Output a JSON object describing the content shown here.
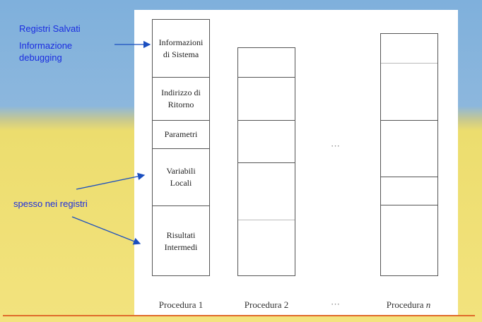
{
  "annotations": {
    "registri_salvati": "Registri Salvati",
    "informazione_debugging_line1": "Informazione",
    "informazione_debugging_line2": "debugging",
    "spesso_nei_registri": "spesso nei registri"
  },
  "stack": {
    "procedura_1": {
      "label": "Procedura 1",
      "cells": [
        {
          "line1": "Informazioni",
          "line2": "di Sistema"
        },
        {
          "line1": "Indirizzo di",
          "line2": "Ritorno"
        },
        {
          "line1": "Parametri",
          "line2": ""
        },
        {
          "line1": "Variabili",
          "line2": "Locali"
        },
        {
          "line1": "Risultati",
          "line2": "Intermedi"
        }
      ]
    },
    "procedura_2": {
      "label": "Procedura 2"
    },
    "procedura_n": {
      "label_prefix": "Procedura",
      "label_var": "n"
    },
    "ellipsis": "···"
  },
  "colors": {
    "annotation_text": "#1b2de0",
    "arrow": "#1b4fc0",
    "bottom_rule": "#e06a2a"
  }
}
